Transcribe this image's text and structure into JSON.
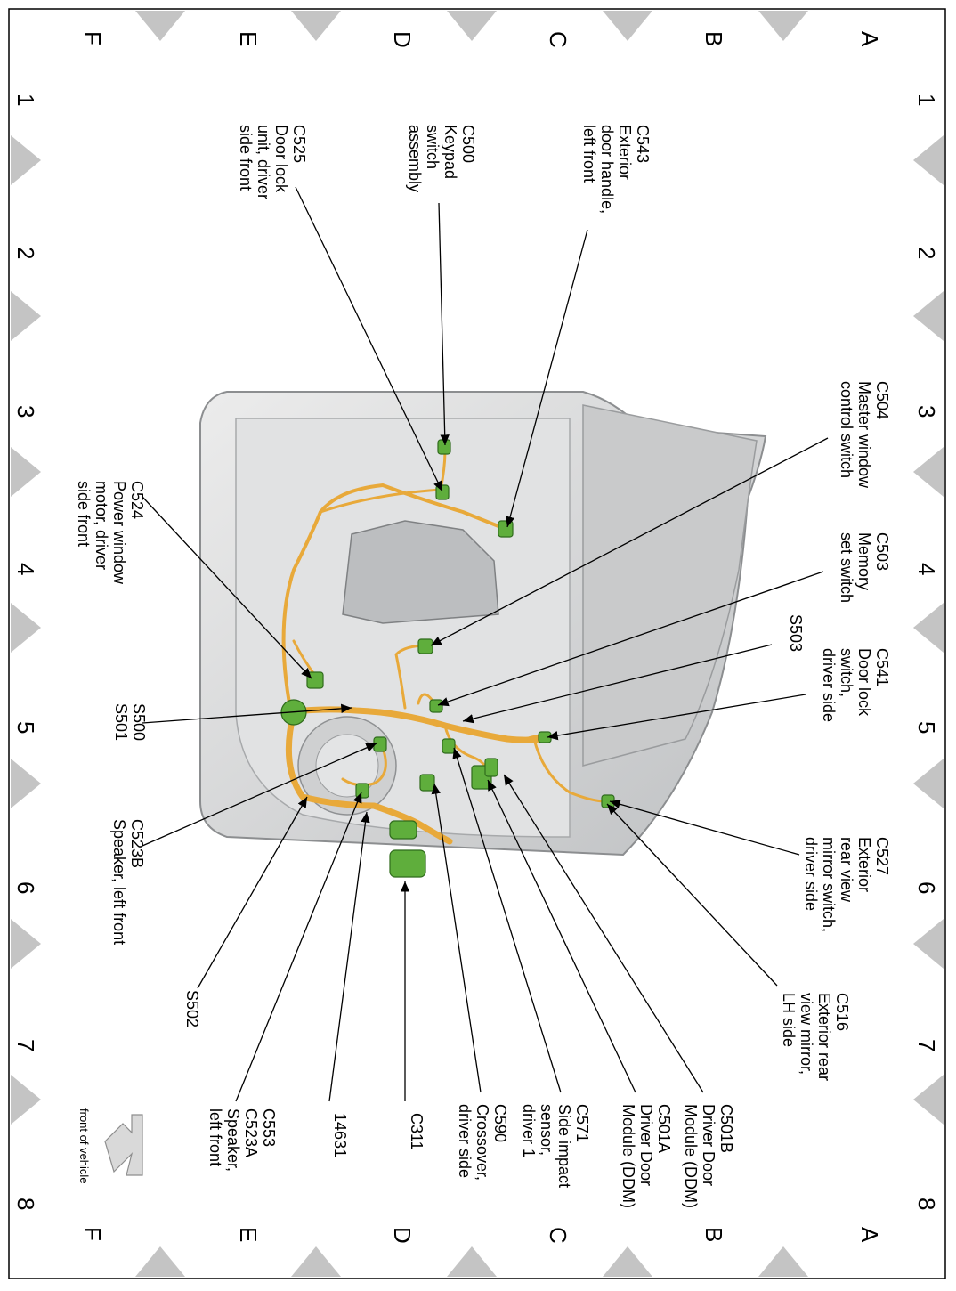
{
  "grid": {
    "rows": [
      "A",
      "B",
      "C",
      "D",
      "E",
      "F"
    ],
    "columns": [
      "1",
      "2",
      "3",
      "4",
      "5",
      "6",
      "7",
      "8"
    ]
  },
  "footer": {
    "front_of_vehicle": "front of vehicle"
  },
  "callouts": {
    "c543": [
      "C543",
      "Exterior",
      "door handle,",
      "left front"
    ],
    "c500": [
      "C500",
      "Keypad",
      "switch",
      "assembly"
    ],
    "c525": [
      "C525",
      "Door lock",
      "unit, driver",
      "side front"
    ],
    "c504": [
      "C504",
      "Master window",
      "control switch"
    ],
    "c524": [
      "C524",
      "Power window",
      "motor, driver",
      "side front"
    ],
    "c503": [
      "C503",
      "Memory",
      "set switch"
    ],
    "s503": [
      "S503"
    ],
    "c541": [
      "C541",
      "Door lock",
      "switch,",
      "driver side"
    ],
    "s500s501": [
      "S500",
      "S501"
    ],
    "c527": [
      "C527",
      "Exterior",
      "rear view",
      "mirror switch,",
      "driver side"
    ],
    "c523b": [
      "C523B",
      "Speaker, left front"
    ],
    "c516": [
      "C516",
      "Exterior rear",
      "view mirror,",
      "LH side"
    ],
    "s502": [
      "S502"
    ],
    "c501b": [
      "C501B",
      "Driver Door",
      "Module (DDM)"
    ],
    "c501a": [
      "C501A",
      "Driver Door",
      "Module (DDM)"
    ],
    "c571": [
      "C571",
      "Side impact",
      "sensor,",
      "driver 1"
    ],
    "c590": [
      "C590",
      "Crossover,",
      "driver side"
    ],
    "c311": [
      "C311"
    ],
    "n14631": [
      "14631"
    ],
    "c553": [
      "C553",
      "C523A",
      "Speaker,",
      "left front"
    ]
  },
  "colors": {
    "harness": "#e8a93a",
    "connector": "#5fae3c",
    "door_panel": "#d9dadb",
    "border_triangle": "#c4c4c4"
  }
}
